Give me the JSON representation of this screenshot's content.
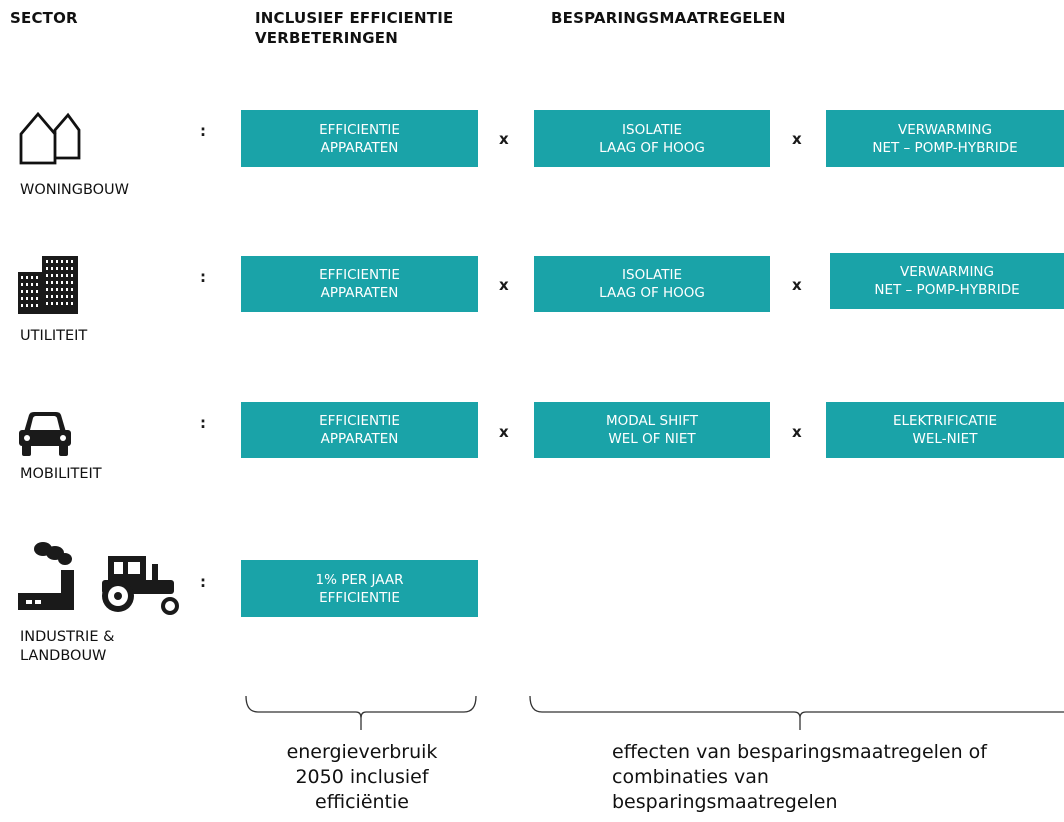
{
  "headers": {
    "sector": "SECTOR",
    "efficiency_line1": "INCLUSIEF EFFICIENTIE",
    "efficiency_line2": "VERBETERINGEN",
    "measures": "BESPARINGSMAATREGELEN"
  },
  "rows": [
    {
      "sector": "WONINGBOUW",
      "icon": "houses-icon",
      "colon": ":",
      "box1": [
        "EFFICIENTIE",
        "APPARATEN"
      ],
      "op1": "x",
      "box2": [
        "ISOLATIE",
        "LAAG OF HOOG"
      ],
      "op2": "x",
      "box3": [
        "VERWARMING",
        "NET – POMP-HYBRIDE"
      ]
    },
    {
      "sector": "UTILITEIT",
      "icon": "office-building-icon",
      "colon": ":",
      "box1": [
        "EFFICIENTIE",
        "APPARATEN"
      ],
      "op1": "x",
      "box2": [
        "ISOLATIE",
        "LAAG OF HOOG"
      ],
      "op2": "x",
      "box3": [
        "VERWARMING",
        "NET – POMP-HYBRIDE"
      ]
    },
    {
      "sector": "MOBILITEIT",
      "icon": "car-icon",
      "colon": ":",
      "box1": [
        "EFFICIENTIE",
        "APPARATEN"
      ],
      "op1": "x",
      "box2": [
        "MODAL SHIFT",
        "WEL OF NIET"
      ],
      "op2": "x",
      "box3": [
        "ELEKTRIFICATIE",
        "WEL-NIET"
      ]
    },
    {
      "sector_line1": "INDUSTRIE &",
      "sector_line2": "LANDBOUW",
      "icon": "factory-tractor-icon",
      "colon": ":",
      "box1": [
        "1% PER JAAR",
        "EFFICIENTIE"
      ]
    }
  ],
  "notes": {
    "left": [
      "energieverbruik",
      "2050 inclusief",
      "efficiëntie"
    ],
    "right": [
      "effecten van besparingsmaatregelen of",
      "combinaties van",
      "besparingsmaatregelen"
    ]
  },
  "colors": {
    "box": "#1aa3a8",
    "box_text": "#ffffff",
    "text": "#111111",
    "bracket": "#333333"
  }
}
